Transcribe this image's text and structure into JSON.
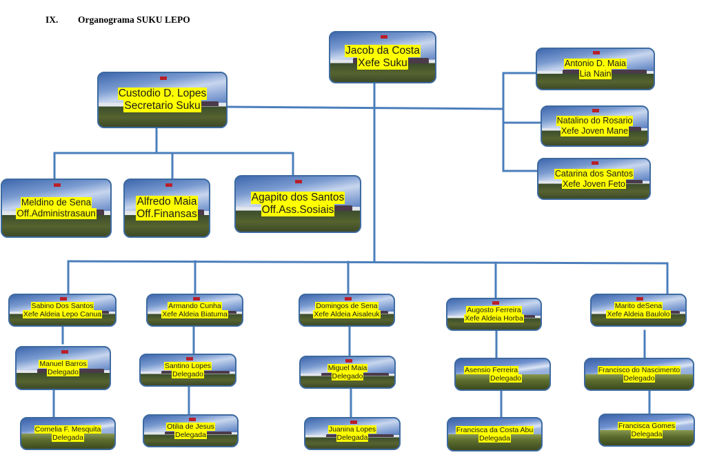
{
  "heading": {
    "number": "IX.",
    "title": "Organograma SUKU LEPO"
  },
  "colors": {
    "connector": "#4a7ebb",
    "node_border": "#3d6aa0",
    "label_highlight": "#ffff00"
  },
  "nodes": {
    "chief": {
      "name": "Jacob da Costa",
      "role": "Xefe Suku"
    },
    "secretary": {
      "name": "Custodio D. Lopes",
      "role": "Secretario  Suku"
    },
    "lia_nain": {
      "name": "Antonio D. Maia",
      "role": "Lia Nain"
    },
    "youth_male": {
      "name": "Natalino do Rosario",
      "role": "Xefe Joven Mane"
    },
    "youth_female": {
      "name": "Catarina dos Santos",
      "role": "Xefe Joven Feto"
    },
    "admin": {
      "name": "Meldino de Sena",
      "role": "Off.Administrasaun"
    },
    "finance": {
      "name": "Alfredo Maia",
      "role": "Off.Finansas"
    },
    "social": {
      "name": "Agapito  dos Santos",
      "role": "Off.Ass.Sosiais"
    },
    "aldeias": [
      {
        "chief": {
          "name": "Sabino Dos Santos",
          "role": "Xefe Aldeia Lepo Canua"
        },
        "delegate1": {
          "name": "Manuel Barros",
          "role": "Delegado"
        },
        "delegate2": {
          "name": "Cornelia F. Mesquita",
          "role": "Delegada"
        }
      },
      {
        "chief": {
          "name": "Armando Cunha",
          "role": "Xefe Aldeia Biatuma"
        },
        "delegate1": {
          "name": "Santino Lopes",
          "role": "Delegado"
        },
        "delegate2": {
          "name": "Otilia de Jesus",
          "role": "Delegada"
        }
      },
      {
        "chief": {
          "name": "Domingos de Sena",
          "role": "Xefe Aldeia Aisaleuk"
        },
        "delegate1": {
          "name": "Miguel Maia",
          "role": "Delegado"
        },
        "delegate2": {
          "name": "Juanina Lopes",
          "role": "Delegada"
        }
      },
      {
        "chief": {
          "name": "Augosto Ferreira",
          "role": "Xefe Aldeia Horba"
        },
        "delegate1": {
          "name": "Asensio Ferreira",
          "role": "Delegado"
        },
        "delegate2": {
          "name": "Francisca da Costa Abu",
          "role": "Delegada"
        }
      },
      {
        "chief": {
          "name": "Marito deSena",
          "role": "Xefe Aldeia Baulolo"
        },
        "delegate1": {
          "name": "Francisco do Nascimento",
          "role": "Delegado"
        },
        "delegate2": {
          "name": "Francisca Gomes",
          "role": "Delegada"
        }
      }
    ]
  }
}
